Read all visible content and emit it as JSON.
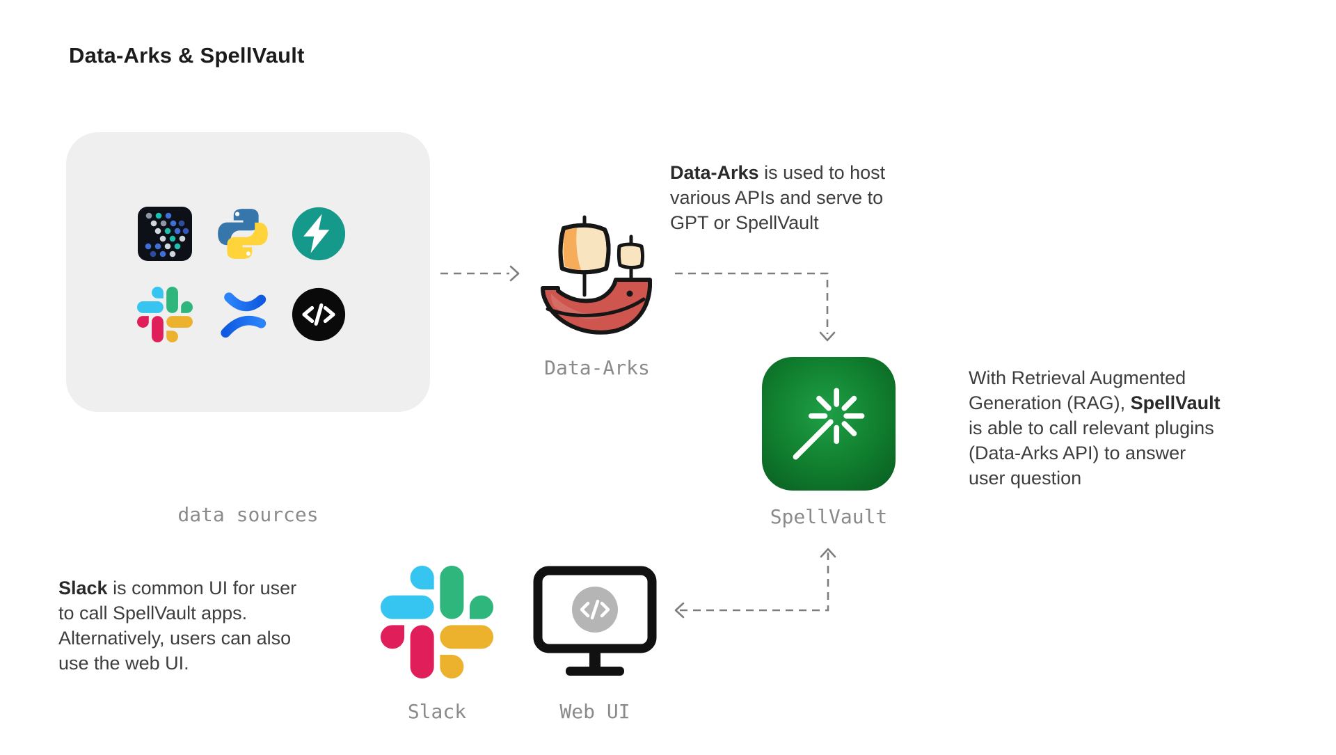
{
  "page": {
    "title": "Data-Arks & SpellVault",
    "background": "#ffffff"
  },
  "data_sources_box": {
    "label": "data sources",
    "icons": [
      {
        "name": "dot-matrix-data-icon"
      },
      {
        "name": "python-icon"
      },
      {
        "name": "fastapi-icon"
      },
      {
        "name": "slack-icon"
      },
      {
        "name": "confluence-icon"
      },
      {
        "name": "code-icon"
      }
    ]
  },
  "nodes": {
    "data_arks": {
      "label": "Data-Arks",
      "icon": "ship-icon"
    },
    "spellvault": {
      "label": "SpellVault",
      "icon": "magic-wand-icon"
    },
    "slack": {
      "label": "Slack",
      "icon": "slack-icon"
    },
    "web_ui": {
      "label": "Web UI",
      "icon": "monitor-code-icon"
    }
  },
  "annotations": {
    "data_arks_note": {
      "lines": [
        [
          {
            "text": "Data-Arks",
            "bold": true
          },
          {
            "text": " is used to host"
          }
        ],
        [
          {
            "text": "various APIs and serve to"
          }
        ],
        [
          {
            "text": "GPT or SpellVault"
          }
        ]
      ]
    },
    "spellvault_note": {
      "lines": [
        [
          {
            "text": "With Retrieval Augmented"
          }
        ],
        [
          {
            "text": "Generation (RAG), "
          },
          {
            "text": "SpellVault",
            "bold": true
          }
        ],
        [
          {
            "text": "is able to call relevant plugins"
          }
        ],
        [
          {
            "text": "(Data-Arks API) to answer"
          }
        ],
        [
          {
            "text": "user question"
          }
        ]
      ]
    },
    "slack_note": {
      "lines": [
        [
          {
            "text": "Slack",
            "bold": true
          },
          {
            "text": " is common UI for user"
          }
        ],
        [
          {
            "text": "to call SpellVault apps."
          }
        ],
        [
          {
            "text": "Alternatively, users can also"
          }
        ],
        [
          {
            "text": "use the web UI."
          }
        ]
      ]
    }
  },
  "arrows": [
    {
      "name": "sources-to-dataarks",
      "style": "dashed",
      "direction": "right"
    },
    {
      "name": "dataarks-to-spellvault",
      "style": "dashed",
      "direction": "down-elbow"
    },
    {
      "name": "spellvault-to-webui",
      "style": "dashed",
      "direction": "up-and-left-elbow"
    }
  ],
  "colors": {
    "box_gray": "#efefef",
    "label_gray": "#8a8a8a",
    "text_dark": "#3d3d3d",
    "arrow_gray": "#7d7d7d",
    "spellvault_green": "#11802f",
    "fastapi_teal": "#14998a",
    "confluence_blue": "#2684FF",
    "python_blue": "#3776AB",
    "python_yellow": "#FFD43B",
    "slack_blue": "#36C5F0",
    "slack_green": "#2EB67D",
    "slack_yellow": "#ECB22E",
    "slack_red": "#E01E5A",
    "ship_red": "#ce564e",
    "sail_cream": "#f9e4c0",
    "sail_orange": "#f6ac58"
  }
}
